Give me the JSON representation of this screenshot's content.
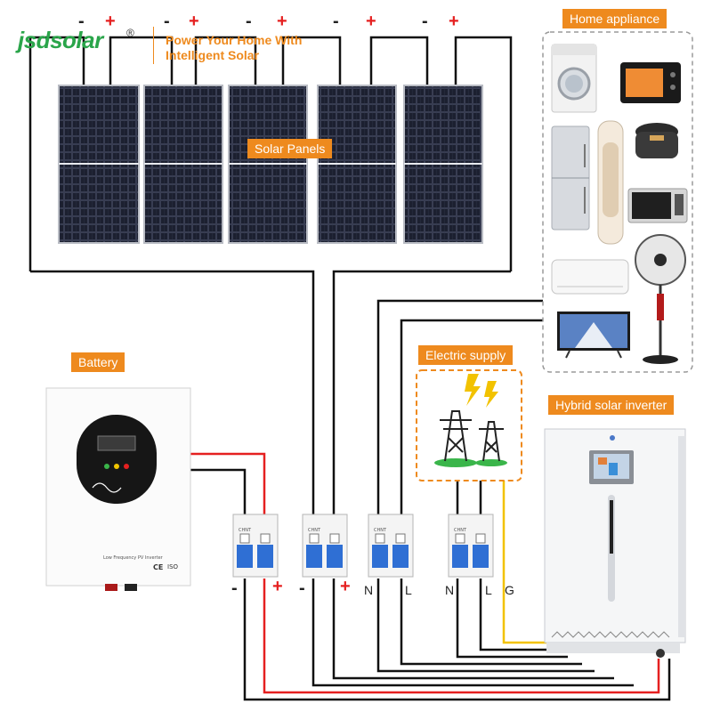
{
  "brand": {
    "logo_text": "jsdsolar",
    "registered_mark": "®",
    "tagline_line1": "Power Your Home With",
    "tagline_line2": "Intelligent Solar",
    "color": "#2aa54a"
  },
  "labels": {
    "solar_panels": "Solar Panels",
    "home_appliance": "Home appliance",
    "battery": "Battery",
    "electric_supply": "Electric supply",
    "hybrid_inverter": "Hybrid solar inverter"
  },
  "panel_terminals": [
    {
      "minus": "-",
      "plus": "+"
    },
    {
      "minus": "-",
      "plus": "+"
    },
    {
      "minus": "-",
      "plus": "+"
    },
    {
      "minus": "-",
      "plus": "+"
    },
    {
      "minus": "-",
      "plus": "+"
    }
  ],
  "breaker_terminals": {
    "b1_minus": "-",
    "b1_plus": "+",
    "b2_minus": "-",
    "b2_plus": "+",
    "b3_n": "N",
    "b3_l": "L",
    "b4_n": "N",
    "b4_l": "L",
    "g": "G"
  },
  "battery_device": {
    "front_text": "Low Frequency PV Inverter",
    "cert_ce": "CE",
    "cert_iso": "ISO"
  },
  "breaker_brand": "CHNT",
  "colors": {
    "accent": "#ee8a1e",
    "wire_black": "#111111",
    "wire_red": "#e52020",
    "wire_yellow": "#f2c200",
    "panel": "#1c2030"
  },
  "appliance_icons": [
    "washing-machine-icon",
    "oven-icon",
    "refrigerator-icon",
    "air-conditioner-tower-icon",
    "rice-cooker-icon",
    "microwave-icon",
    "split-air-conditioner-icon",
    "standing-fan-icon",
    "television-icon"
  ]
}
